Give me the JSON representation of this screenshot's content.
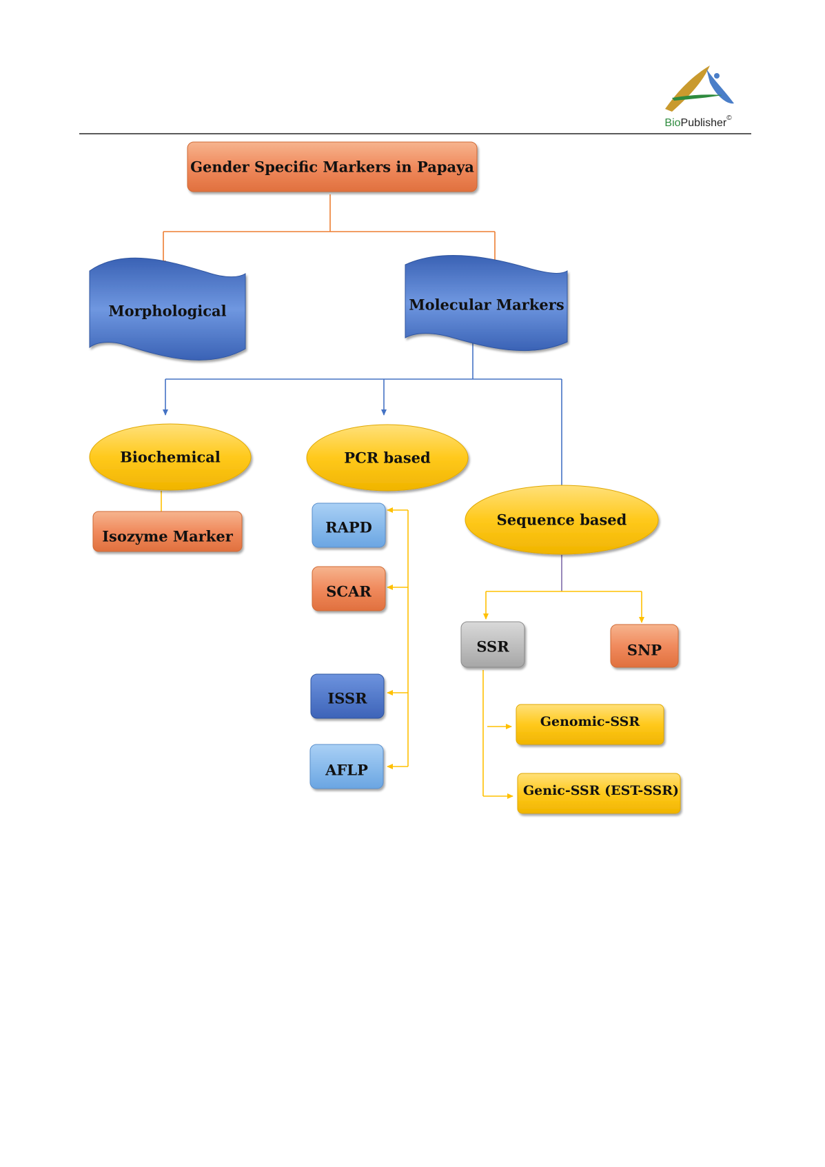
{
  "header": {
    "brand_prefix": "Bio",
    "brand_suffix": "Publisher",
    "brand_mark": "©"
  },
  "diagram": {
    "root": "Gender Specific Markers in Papaya",
    "morphological": "Morphological",
    "molecular": "Molecular Markers",
    "biochemical": "Biochemical",
    "pcr_based": "PCR based",
    "sequence_based": "Sequence based",
    "isozyme": "Isozyme Marker",
    "rapd": "RAPD",
    "scar": "SCAR",
    "issr": "ISSR",
    "aflp": "AFLP",
    "ssr": "SSR",
    "snp": "SNP",
    "genomic_ssr": "Genomic-SSR",
    "genic_ssr": "Genic-SSR (EST-SSR)"
  },
  "colors": {
    "orange": "#f08a5d",
    "blue": "#4472c4",
    "light_blue": "#7fb3e8",
    "yellow": "#ffc000",
    "grey": "#b0b0b0",
    "orange_line": "#ed7d31",
    "blue_line": "#4472c4",
    "yellow_line": "#ffc000"
  }
}
